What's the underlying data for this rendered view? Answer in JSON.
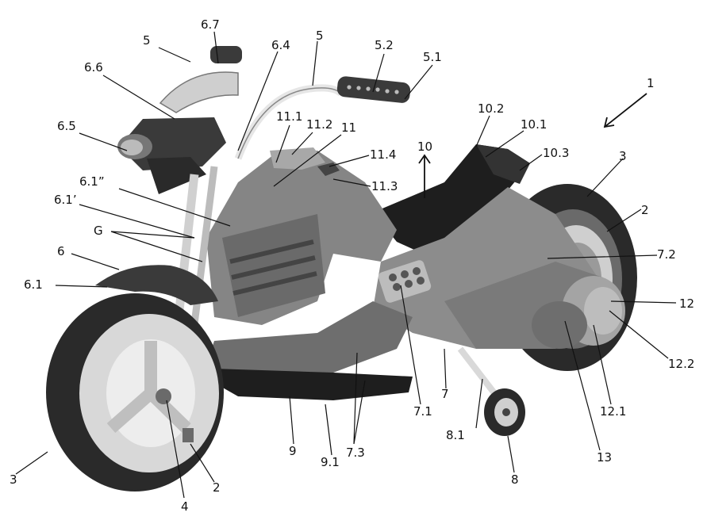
{
  "colors": {
    "paper": "#ffffff",
    "ink": "#111111",
    "body_dark": "#5a5a5a",
    "body_mid": "#8c8c8c",
    "body_light": "#b8b8b8",
    "tire": "#2a2a2a",
    "rim": "#d8d8d8",
    "handlebar": "#e6e6e6"
  },
  "labels": {
    "l1": "1",
    "l2a": "2",
    "l2b": "2",
    "l3a": "3",
    "l3b": "3",
    "l4": "4",
    "l5a": "5",
    "l5b": "5",
    "l5_1": "5.1",
    "l5_2": "5.2",
    "l6": "6",
    "l6_1": "6.1",
    "l6_1p": "6.1’",
    "l6_1pp": "6.1”",
    "l6_4": "6.4",
    "l6_5": "6.5",
    "l6_6": "6.6",
    "l6_7": "6.7",
    "l7": "7",
    "l7_1": "7.1",
    "l7_2": "7.2",
    "l7_3": "7.3",
    "l8": "8",
    "l8_1": "8.1",
    "l9": "9",
    "l9_1": "9.1",
    "l10": "10",
    "l10_1": "10.1",
    "l10_2": "10.2",
    "l10_3": "10.3",
    "l11": "11",
    "l11_1": "11.1",
    "l11_2": "11.2",
    "l11_3": "11.3",
    "l11_4": "11.4",
    "l12": "12",
    "l12_1": "12.1",
    "l12_2": "12.2",
    "l13": "13",
    "lG": "G"
  }
}
